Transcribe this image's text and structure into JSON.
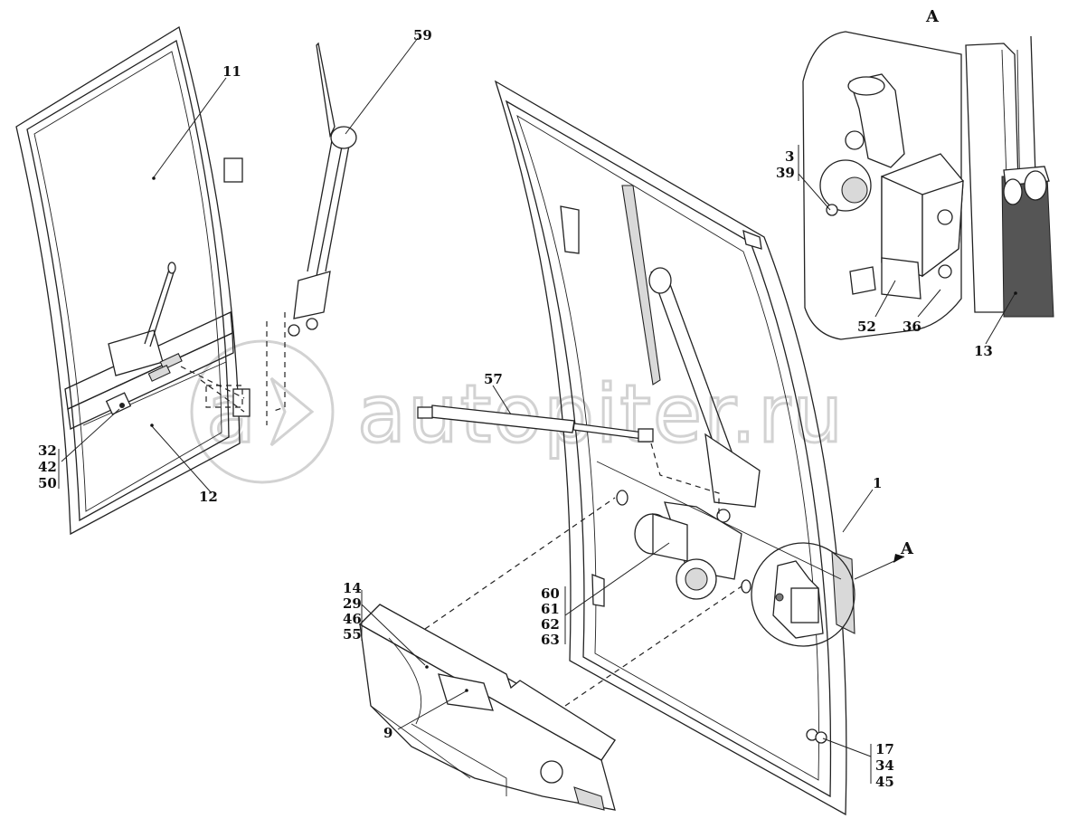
{
  "watermark": {
    "text": "autopiter.ru"
  },
  "view_labels": {
    "detail_title": "A",
    "callout": "A"
  },
  "callouts": {
    "c1": "1",
    "c3": "3",
    "c9": "9",
    "c11": "11",
    "c12": "12",
    "c13": "13",
    "c14": "14",
    "c17": "17",
    "c29": "29",
    "c32": "32",
    "c34": "34",
    "c36": "36",
    "c39": "39",
    "c42": "42",
    "c45": "45",
    "c46": "46",
    "c50": "50",
    "c52": "52",
    "c55": "55",
    "c57": "57",
    "c59": "59",
    "c60": "60",
    "c61": "61",
    "c62": "62",
    "c63": "63"
  }
}
